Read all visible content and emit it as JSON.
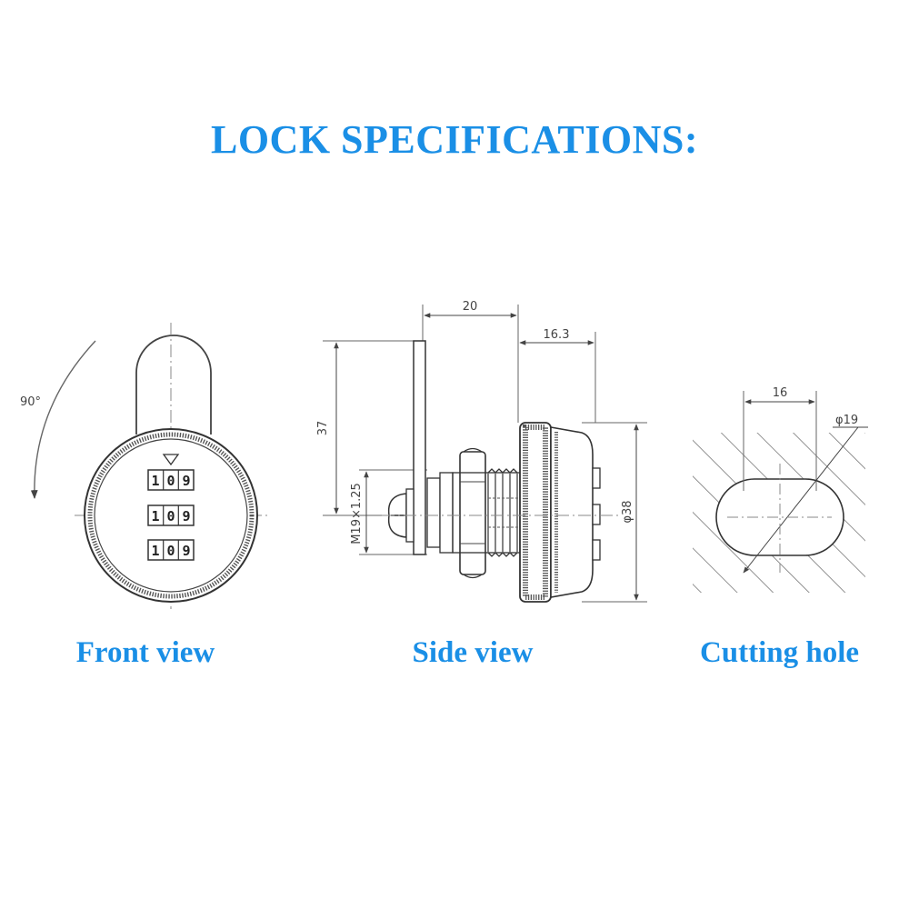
{
  "title": "LOCK SPECIFICATIONS:",
  "accent_color": "#1a8fe6",
  "views": {
    "front": {
      "caption": "Front view",
      "rotation_label": "90°",
      "dials": [
        [
          "1",
          "0",
          "9"
        ],
        [
          "1",
          "0",
          "9"
        ],
        [
          "1",
          "0",
          "9"
        ]
      ]
    },
    "side": {
      "caption": "Side view",
      "dim_width": "20",
      "dim_depth": "16.3",
      "dim_height": "37",
      "dim_thread": "M19×1.25",
      "dim_diameter": "φ38"
    },
    "hole": {
      "caption": "Cutting hole",
      "dim_flat": "16",
      "dim_diameter": "φ19"
    }
  }
}
